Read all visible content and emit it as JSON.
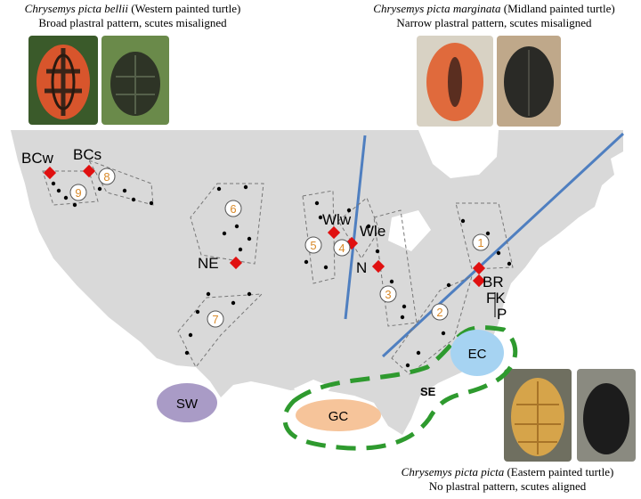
{
  "captions": {
    "bellii": {
      "species": "Chrysemys picta bellii",
      "common": "(Western painted turtle)",
      "pattern": "Broad plastral pattern, scutes misaligned"
    },
    "marginata": {
      "species": "Chrysemys picta marginata",
      "common": "(Midland painted turtle)",
      "pattern": "Narrow plastral pattern, scutes misaligned"
    },
    "picta": {
      "species": "Chrysemys picta picta",
      "common": "(Eastern painted turtle)",
      "pattern": "No plastral pattern, scutes aligned"
    }
  },
  "site_labels": {
    "bcw": "BCw",
    "bcs": "BCs",
    "ne": "NE",
    "wlw": "Wlw",
    "wle": "Wle",
    "n": "N",
    "br": "BR",
    "fk": "FK",
    "p": "P"
  },
  "clusters": [
    "1",
    "2",
    "3",
    "4",
    "5",
    "6",
    "7",
    "8",
    "9"
  ],
  "regions": {
    "sw": "SW",
    "gc": "GC",
    "ec": "EC",
    "se": "SE"
  },
  "colors": {
    "land": "#d9d9d9",
    "cluster_number": "#d98a2a",
    "site_marker": "#e01010",
    "hybrid_line": "#4f7fc0",
    "refugium_dash": "#2e9a2e",
    "sw_fill": "#a99bc6",
    "gc_fill": "#f6c49a",
    "ec_fill": "#a6d3f2"
  },
  "icons": [
    "site-diamond-icon",
    "sample-dot-icon",
    "turtle-photo"
  ]
}
